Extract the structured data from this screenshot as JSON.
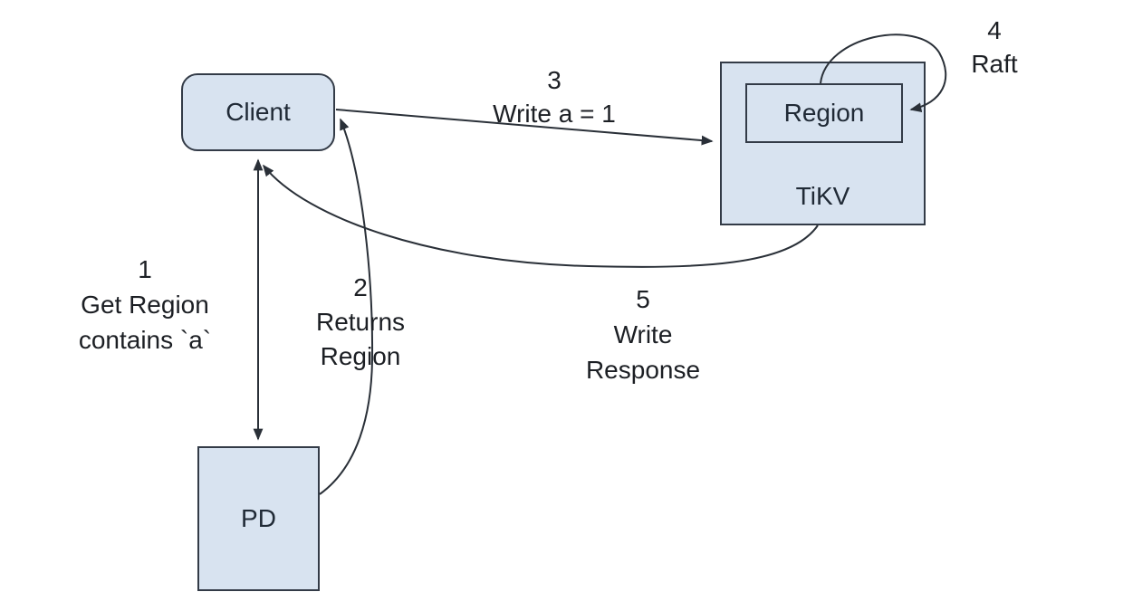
{
  "diagram": {
    "title_implicit": "TiKV write flow",
    "colors": {
      "background": "#ffffff",
      "node_fill": "#d8e3f0",
      "node_border": "#333b47",
      "arrow": "#2a3038",
      "node_text": "#202a36",
      "label_text": "#1c1f24"
    },
    "nodes": {
      "client": {
        "label": "Client"
      },
      "tikv": {
        "label": "TiKV"
      },
      "region": {
        "label": "Region"
      },
      "pd": {
        "label": "PD"
      }
    },
    "steps": {
      "step1": {
        "num": "1",
        "line1": "Get Region",
        "line2": "contains `a`"
      },
      "step2": {
        "num": "2",
        "line1": "Returns",
        "line2": "Region"
      },
      "step3": {
        "num": "3",
        "line1": "Write a = 1"
      },
      "step4": {
        "num": "4",
        "line1": "Raft"
      },
      "step5": {
        "num": "5",
        "line1": "Write",
        "line2": "Response"
      }
    },
    "edges": [
      {
        "name": "client-to-pd",
        "from": "Client",
        "to": "PD",
        "step": "1"
      },
      {
        "name": "pd-to-client",
        "from": "PD",
        "to": "Client",
        "step": "2"
      },
      {
        "name": "client-to-tikv",
        "from": "Client",
        "to": "TiKV",
        "step": "3"
      },
      {
        "name": "region-self-loop",
        "from": "Region",
        "to": "Region",
        "step": "4"
      },
      {
        "name": "tikv-to-client",
        "from": "TiKV",
        "to": "Client",
        "step": "5"
      }
    ]
  }
}
